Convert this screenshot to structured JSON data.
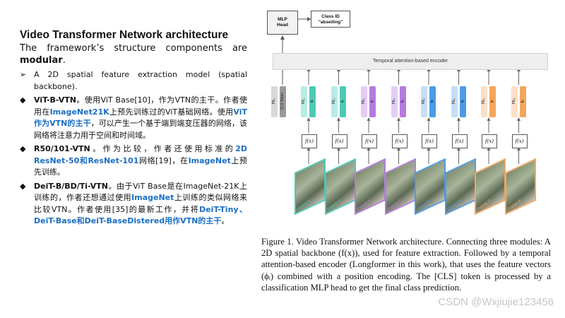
{
  "left": {
    "title": "Video Transformer Network architecture",
    "subtitle_pre": "The framework’s structure components are ",
    "subtitle_bold": "modular",
    "subtitle_post": ".",
    "items": [
      {
        "marker": "➢",
        "parts": [
          {
            "t": "A 2D spatial feature extraction model (spatial backbone).",
            "s": ""
          }
        ]
      },
      {
        "marker": "◆",
        "parts": [
          {
            "t": "ViT-B-VTN",
            "s": "bold"
          },
          {
            "t": "。使用ViT Base[10]，作为VTN的主干。作者使用在",
            "s": ""
          },
          {
            "t": "ImageNet21K",
            "s": "blue"
          },
          {
            "t": "上预先训练过的ViT基础网络。使用",
            "s": ""
          },
          {
            "t": "ViT作为VTN的主干",
            "s": "blue"
          },
          {
            "t": "，可以产生一个基于端到端变压器的网络，该网络将注意力用于空间和时间域。",
            "s": ""
          }
        ]
      },
      {
        "marker": "◆",
        "parts": [
          {
            "t": "R50/101-VTN",
            "s": "bold"
          },
          {
            "t": "。作为比较，作者还使用标准的",
            "s": ""
          },
          {
            "t": "2D ResNet-50和ResNet-101",
            "s": "blue"
          },
          {
            "t": "网络[19]，在",
            "s": ""
          },
          {
            "t": "ImageNet",
            "s": "blue"
          },
          {
            "t": "上预先训练。",
            "s": ""
          }
        ]
      },
      {
        "marker": "◆",
        "parts": [
          {
            "t": "DeiT-B/BD/Ti-VTN",
            "s": "bold"
          },
          {
            "t": "。由于ViT Base是在ImageNet-21K上训练的，作者还想通过使用",
            "s": ""
          },
          {
            "t": "ImageNet",
            "s": "blue"
          },
          {
            "t": "上训练的类似网络来比较VTN。作者使用[35]的最新工作，并将",
            "s": ""
          },
          {
            "t": "DeiT-Tiny、DeiT-Base和DeiT-BaseDistered用作VTN的主干",
            "s": "blue"
          },
          {
            "t": "。",
            "s": ""
          }
        ]
      }
    ]
  },
  "figure": {
    "mlp_head": "MLP\nHead",
    "class_id": "Class ID\n\"abseiling\"",
    "encoder": "Temporal attention-based encoder",
    "pe0": "PE₀",
    "cls_token": "CLS Token",
    "fx": "f(x)",
    "tokens": [
      {
        "pe": "PE₁",
        "phi": "ϕ₁",
        "pe_color": "#b8ece6",
        "phi_color": "#4ec9b6",
        "frame": "Frame 1"
      },
      {
        "pe": "PE₂",
        "phi": "ϕ₂",
        "pe_color": "#b8ece6",
        "phi_color": "#4ec9b6",
        "frame": "Frame 2"
      },
      {
        "pe": "PE₃",
        "phi": "ϕ₃",
        "pe_color": "#e4cdf4",
        "phi_color": "#b57be0",
        "frame": "Frame 3"
      },
      {
        "pe": "PE₄",
        "phi": "ϕ₄",
        "pe_color": "#e4cdf4",
        "phi_color": "#b57be0",
        "frame": "Frame 4"
      },
      {
        "pe": "PE₅",
        "phi": "ϕ₅",
        "pe_color": "#c6def6",
        "phi_color": "#4c9be6",
        "frame": "Frame 5"
      },
      {
        "pe": "PE₆",
        "phi": "ϕ₆",
        "pe_color": "#c6def6",
        "phi_color": "#4c9be6",
        "frame": "Frame 6"
      },
      {
        "pe": "PE₇",
        "phi": "ϕ₇",
        "pe_color": "#fbe0c8",
        "phi_color": "#f3a65e",
        "frame": "Frame 7"
      },
      {
        "pe": "PE₈",
        "phi": "ϕ₈",
        "pe_color": "#fbe0c8",
        "phi_color": "#f3a65e",
        "frame": "Frame 8"
      }
    ]
  },
  "caption": "Figure 1. Video Transformer Network architecture. Connecting three modules: A 2D spatial backbone (f(x)), used for feature extraction. Followed by a temporal attention-based encoder (Longformer in this work), that uses the feature vectors (ϕᵢ) combined with a position encoding. The [CLS] token is processed by a classification MLP head to get the final class prediction.",
  "watermark": "CSDN @Wxjiujie123456"
}
